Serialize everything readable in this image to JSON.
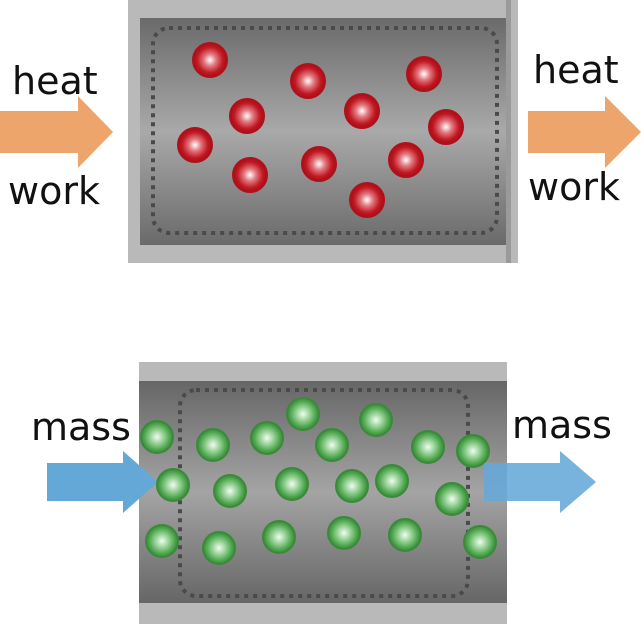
{
  "closed_system": {
    "in_labels": [
      "heat",
      "work"
    ],
    "out_labels": [
      "heat",
      "work"
    ],
    "particle_color": "#c0141e"
  },
  "open_system": {
    "in_label": "mass",
    "out_label": "mass",
    "particle_color": "#3f9a3f"
  },
  "colors": {
    "heat_work_arrow": "#eda56c",
    "mass_arrow": "#64a8d8",
    "container_dark": "#6f6f6f",
    "container_light": "#b7b7b7",
    "boundary": "#4a4a4a"
  }
}
